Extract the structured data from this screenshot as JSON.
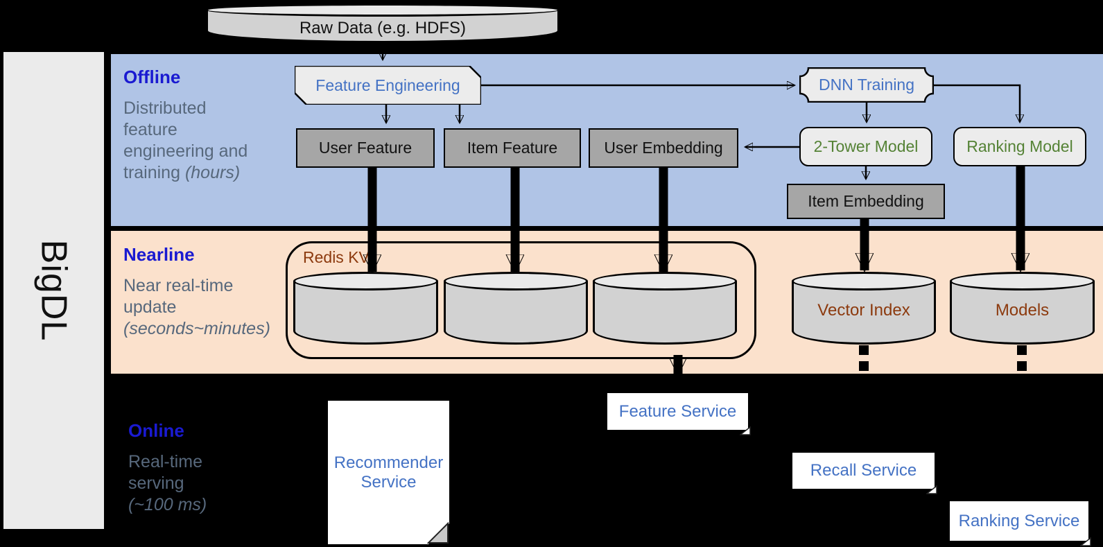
{
  "brand": {
    "label": "BigDL"
  },
  "colors": {
    "offline_band": "#b0c4e6",
    "nearline_band": "#fbe1cc",
    "online_background": "#000000",
    "section_title_blue": "#1a1ad1",
    "description_gray": "#57687c",
    "node_text_blue": "#4472c4",
    "node_text_green": "#548235",
    "node_text_brown": "#8c3a0e",
    "dark_box_fill": "#a6a6a6",
    "light_shape_fill": "#ececec",
    "cylinder_fill": "#d2d2d2",
    "service_card_fill": "#ffffff"
  },
  "raw_data": {
    "label": "Raw Data (e.g. HDFS)"
  },
  "sections": {
    "offline": {
      "title": "Offline",
      "desc_line1": "Distributed",
      "desc_line2": "feature",
      "desc_line3": "engineering and",
      "desc_line4": "training ",
      "desc_line4_italic": "(hours)"
    },
    "nearline": {
      "title": "Nearline",
      "desc_line1": "Near real-time",
      "desc_line2": "update",
      "desc_line3_italic": "(seconds~minutes)"
    },
    "online": {
      "title": "Online",
      "desc_line1": "Real-time",
      "desc_line2": "serving",
      "desc_line3_italic": "(~100 ms)"
    }
  },
  "offline_nodes": {
    "feature_engineering": "Feature Engineering",
    "dnn_training": "DNN Training",
    "user_feature": "User Feature",
    "item_feature": "Item Feature",
    "user_embedding": "User Embedding",
    "two_tower_model": "2-Tower Model",
    "ranking_model": "Ranking Model",
    "item_embedding": "Item Embedding"
  },
  "nearline_nodes": {
    "redis_kv": "Redis KV",
    "vector_index": "Vector Index",
    "models": "Models"
  },
  "online_nodes": {
    "recommender_service": "Recommender Service",
    "feature_service": "Feature Service",
    "recall_service": "Recall Service",
    "ranking_service": "Ranking Service"
  }
}
